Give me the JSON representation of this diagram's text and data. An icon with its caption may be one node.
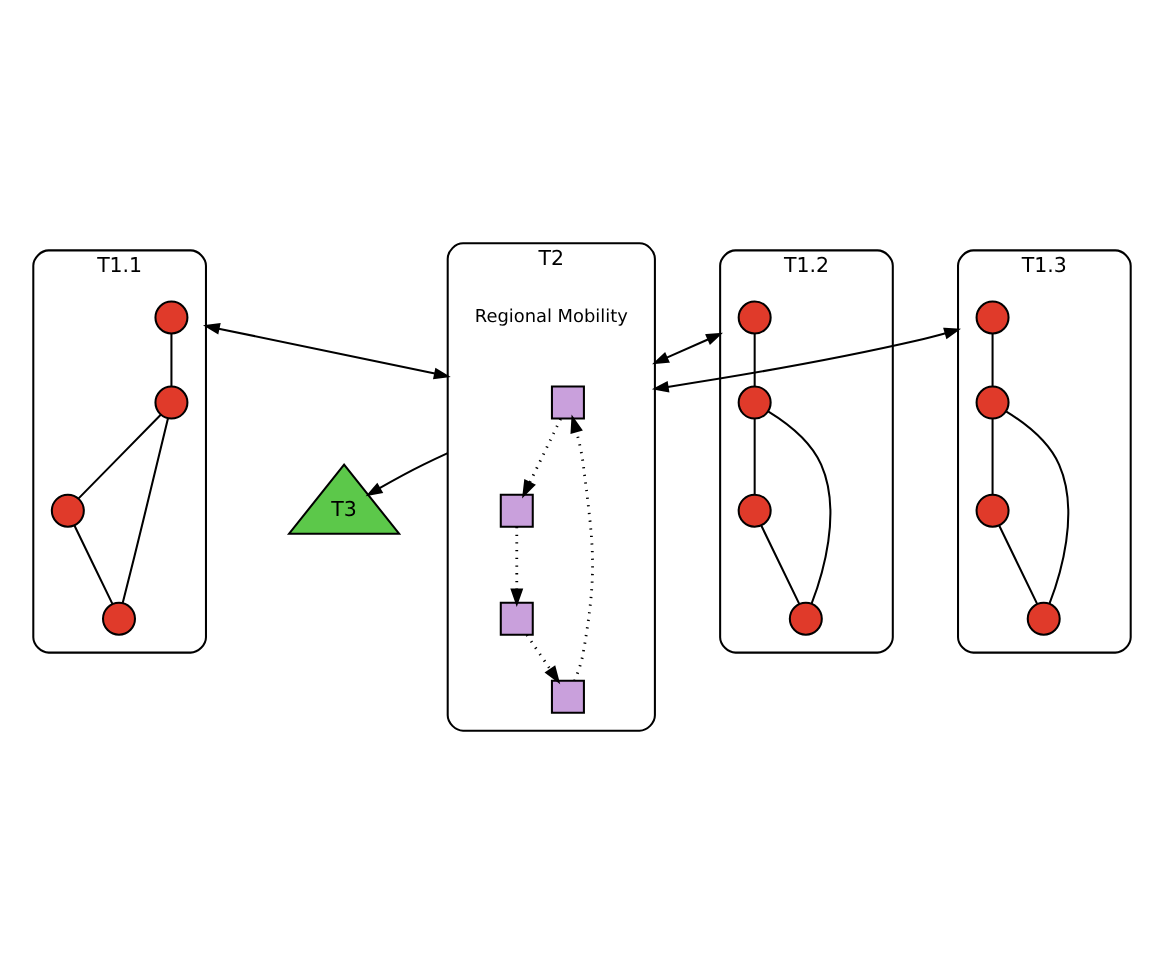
{
  "diagram": {
    "nodes": [
      {
        "text": [
          "T1.1"
        ]
      },
      {
        "text": [],
        "shape": "circle",
        "in": 0
      },
      {
        "text": [],
        "shape": "circle",
        "in": 0
      },
      {
        "text": [],
        "shape": "circle",
        "in": 0
      },
      {
        "text": [],
        "shape": "circle",
        "in": 0
      },
      {
        "text": [
          "T1.2"
        ]
      },
      {
        "text": [],
        "shape": "circle",
        "in": 5
      },
      {
        "text": [],
        "shape": "circle",
        "in": 5
      },
      {
        "text": [],
        "shape": "circle",
        "in": 5
      },
      {
        "text": [],
        "shape": "circle",
        "in": 5
      },
      {
        "text": [
          "T2"
        ]
      },
      {
        "text": [],
        "shape": "box",
        "in": 10
      },
      {
        "text": [],
        "shape": "box",
        "in": 10
      },
      {
        "text": [],
        "shape": "box",
        "in": 10
      },
      {
        "text": [],
        "shape": "box",
        "in": 10
      },
      {
        "text": [
          "T1.3"
        ]
      },
      {
        "text": [],
        "shape": "circle",
        "in": 15
      },
      {
        "text": [],
        "shape": "circle",
        "in": 15
      },
      {
        "text": [],
        "shape": "circle",
        "in": 15
      },
      {
        "text": [],
        "shape": "circle",
        "in": 15
      },
      {
        "text": [
          "T3"
        ]
      }
    ],
    "edges": [
      {
        "from": 1,
        "to": 2,
        "arrow": "none"
      },
      {
        "from": 2,
        "to": 3,
        "arrow": "none"
      },
      {
        "from": 2,
        "to": 4,
        "arrow": "none"
      },
      {
        "from": 3,
        "to": 4,
        "arrow": "none"
      },
      {
        "from": 6,
        "to": 7,
        "arrow": "none"
      },
      {
        "from": 7,
        "to": 8,
        "arrow": "none"
      },
      {
        "from": 7,
        "to": 9,
        "arrow": "none"
      },
      {
        "from": 8,
        "to": 9,
        "arrow": "none"
      },
      {
        "from": 11,
        "to": 12,
        "arrow": "to",
        "style": "dashed"
      },
      {
        "from": 12,
        "to": 14,
        "arrow": "to",
        "style": "dashed"
      },
      {
        "from": 14,
        "to": 13,
        "arrow": "to",
        "style": "dashed"
      },
      {
        "from": 13,
        "to": 11,
        "arrow": "to",
        "style": "dashed"
      },
      {
        "from": 16,
        "to": 17,
        "arrow": "none"
      },
      {
        "from": 17,
        "to": 18,
        "arrow": "none"
      },
      {
        "from": 17,
        "to": 19,
        "arrow": "none"
      },
      {
        "from": 18,
        "to": 19,
        "arrow": "none"
      },
      {
        "from": 0,
        "to": 10,
        "arrow": "both"
      },
      {
        "from": 5,
        "to": 10,
        "arrow": "both"
      },
      {
        "from": 15,
        "to": 10,
        "arrow": "both"
      },
      {
        "from": 10,
        "to": 20,
        "arrow": "to"
      }
    ],
    "labels": [
      "Regional Mobility"
    ]
  }
}
